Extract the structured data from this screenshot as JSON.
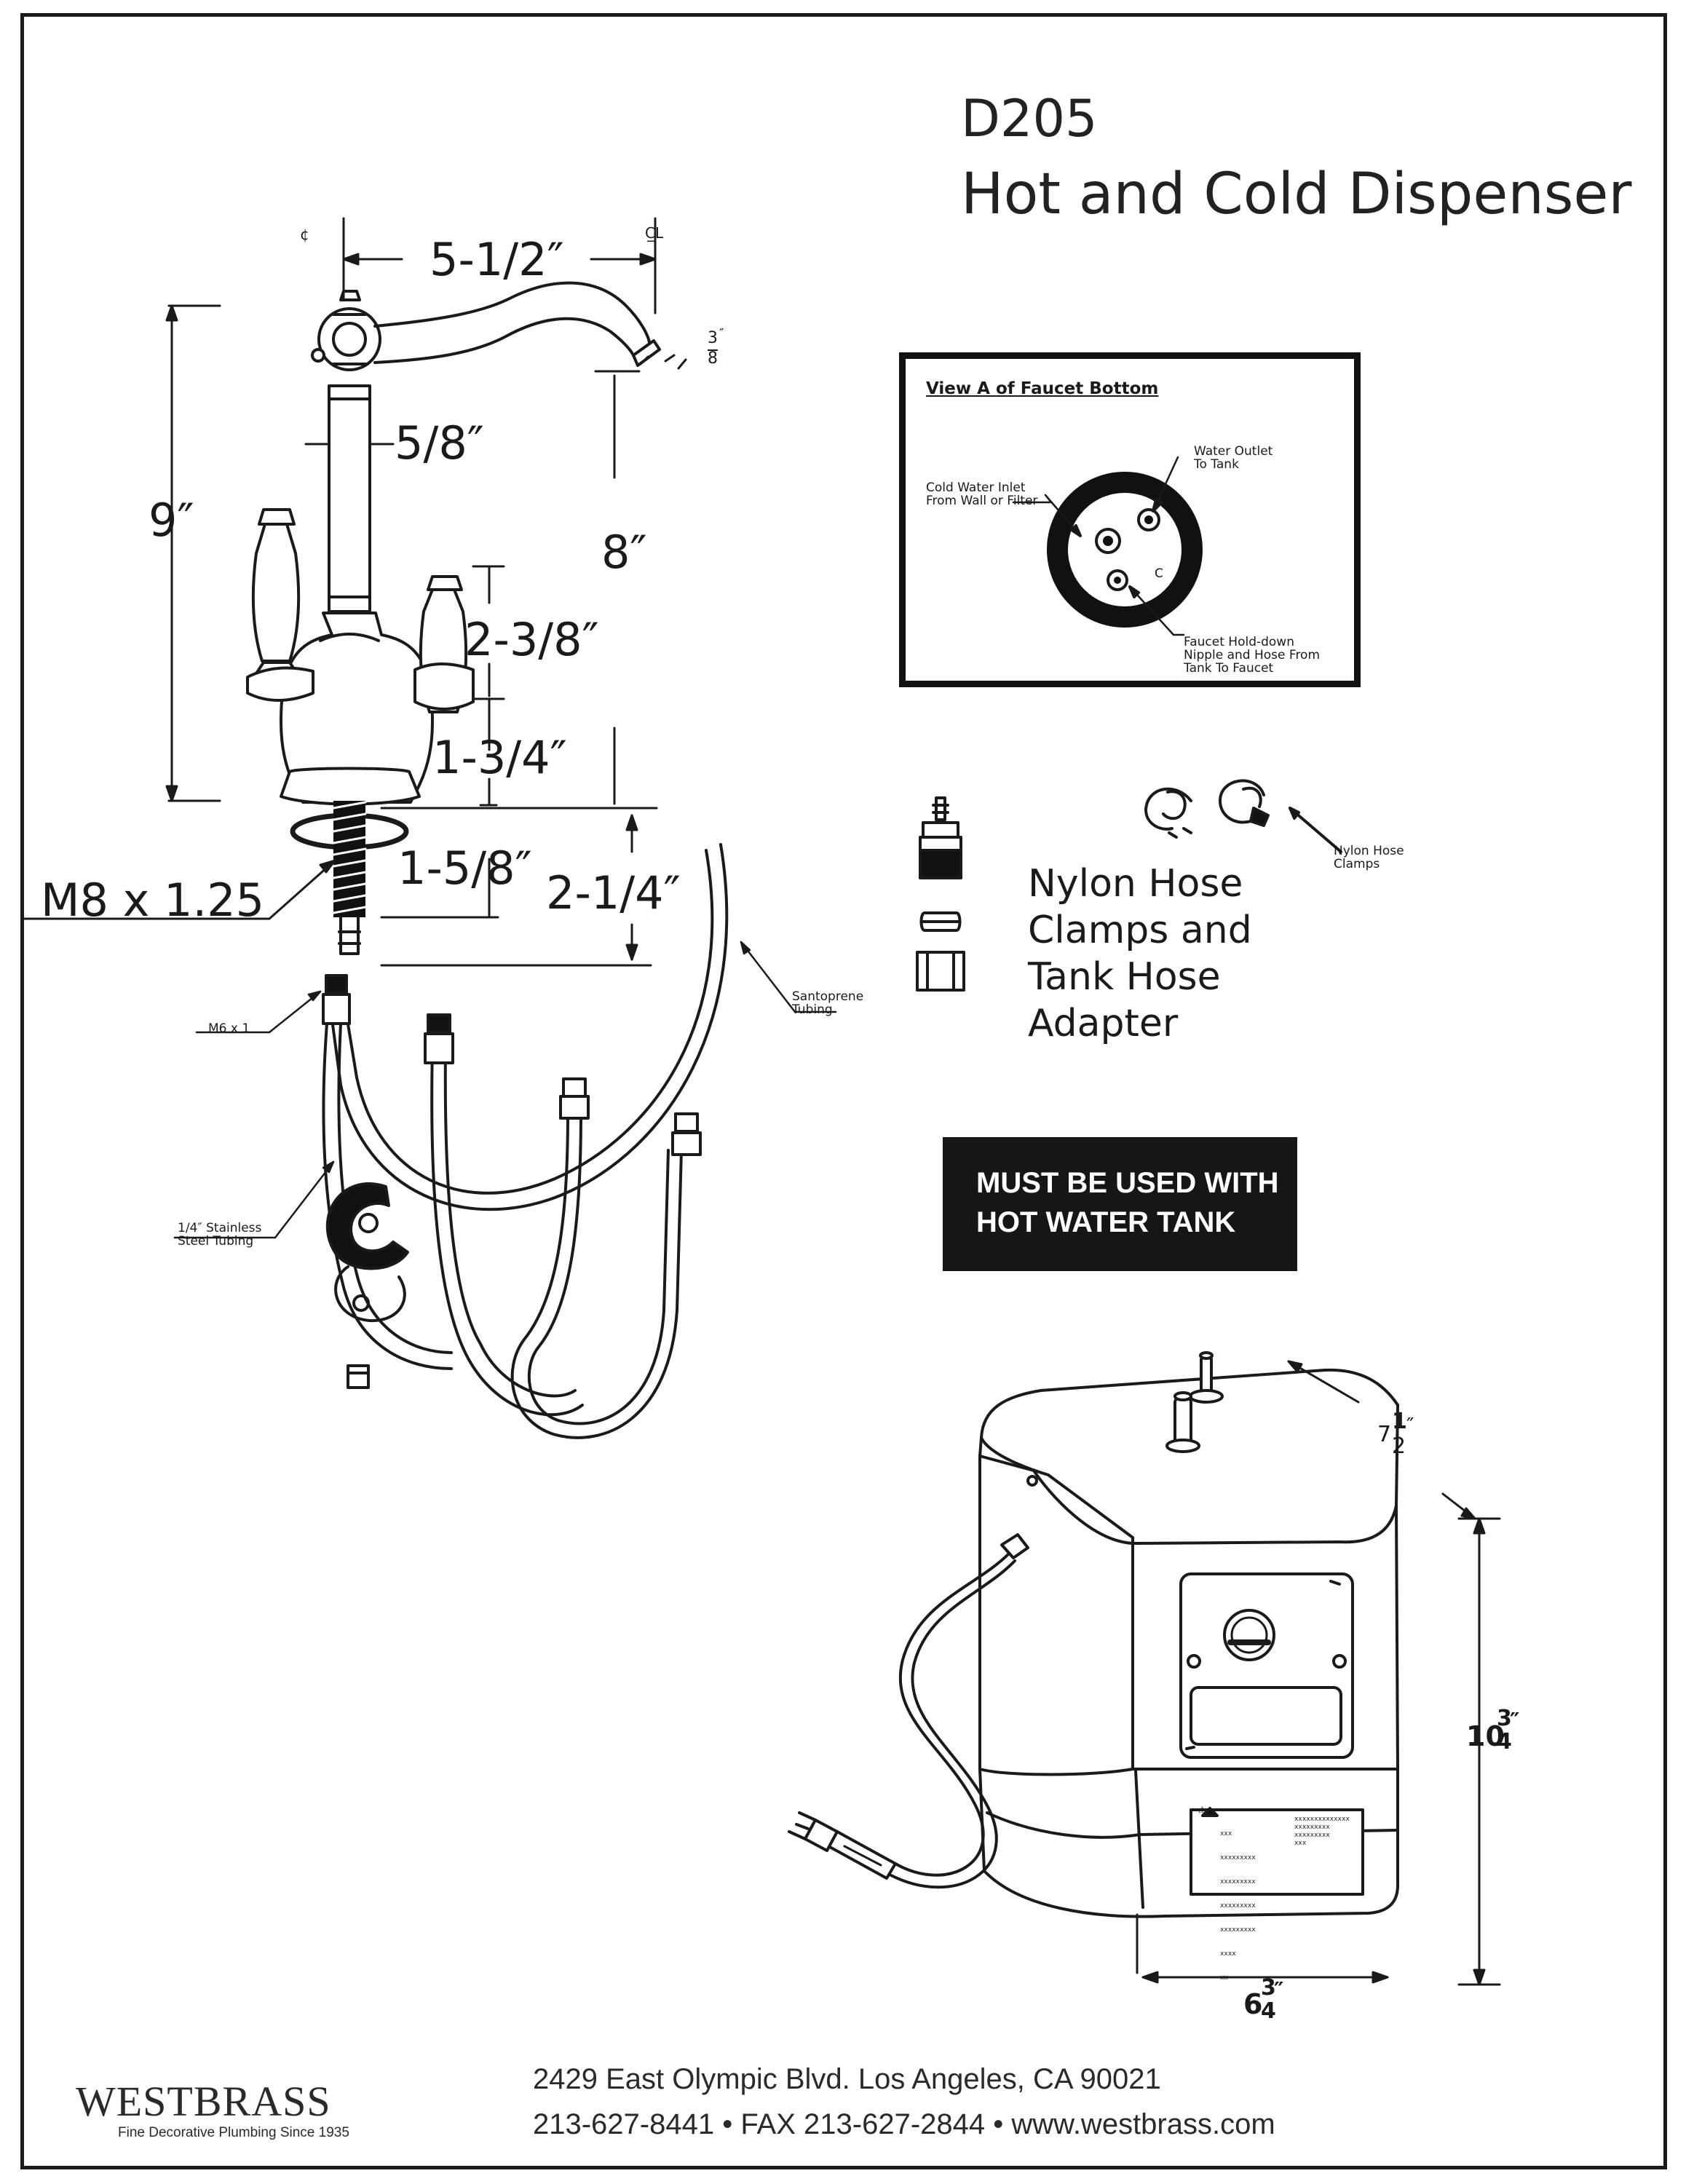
{
  "header": {
    "model": "D205",
    "product_name": "Hot and Cold Dispenser"
  },
  "faucet_dimensions": {
    "spout_reach": "5-1/2″",
    "centerline_left": "¢",
    "centerline_right": "C̲L",
    "spout_outlet_num": "3",
    "spout_outlet_den": "8",
    "spout_outlet_mark": "″",
    "stem_diameter": "5/8″",
    "overall_height": "9″",
    "spout_height": "8″",
    "handle_height": "2-3/8″",
    "base_to_handle": "1-3/4″",
    "shank_length": "1-5/8″",
    "shank_to_nipple": "2-1/4″",
    "shank_thread": "M8 x 1.25"
  },
  "parts_labels": {
    "m6": "M6 x 1",
    "santoprene_1": "Santoprene",
    "santoprene_2": "Tubing",
    "steel_1": "1/4″ Stainless",
    "steel_2": "Steel Tubing",
    "nylon_1": "Nylon Hose",
    "nylon_2": "Clamps"
  },
  "view_a": {
    "title": "View A of Faucet Bottom",
    "cold_inlet_1": "Cold Water Inlet",
    "cold_inlet_2": "From Wall or Filter",
    "outlet_1": "Water Outlet",
    "outlet_2": "To Tank",
    "holddown_1": "Faucet Hold-down",
    "holddown_2": "Nipple and Hose From",
    "holddown_3": "Tank To Faucet",
    "c_mark": "C"
  },
  "kit_caption": [
    "Nylon Hose",
    "Clamps and",
    "Tank Hose",
    "Adapter"
  ],
  "warning": [
    "MUST BE USED WITH",
    "HOT WATER TANK"
  ],
  "tank_dimensions": {
    "depth_whole": "7",
    "depth_num": "1",
    "depth_den": "2",
    "depth_mark": "″",
    "height_whole": "10",
    "height_num": "3",
    "height_den": "4",
    "height_mark": "″",
    "width_whole": "6",
    "width_num": "3",
    "width_den": "4",
    "width_mark": "″",
    "label_symbol": "⚠",
    "label_left": [
      "xxx",
      "xxxxxxxxx",
      "xxxxxxxxx",
      "xxxxxxxxx",
      "xxxxxxxxx",
      "xxxx",
      "xx"
    ],
    "label_right": [
      "xxxxxxxxxxxxxx",
      "xxxxxxxxx",
      "xxxxxxxxx",
      "xxx"
    ]
  },
  "footer": {
    "brand": "WESTBRASS",
    "tagline": "Fine Decorative Plumbing Since 1935",
    "address": "2429 East Olympic Blvd. Los Angeles, CA  90021",
    "contact": "213-627-8441 • FAX 213-627-2844 • www.westbrass.com"
  }
}
